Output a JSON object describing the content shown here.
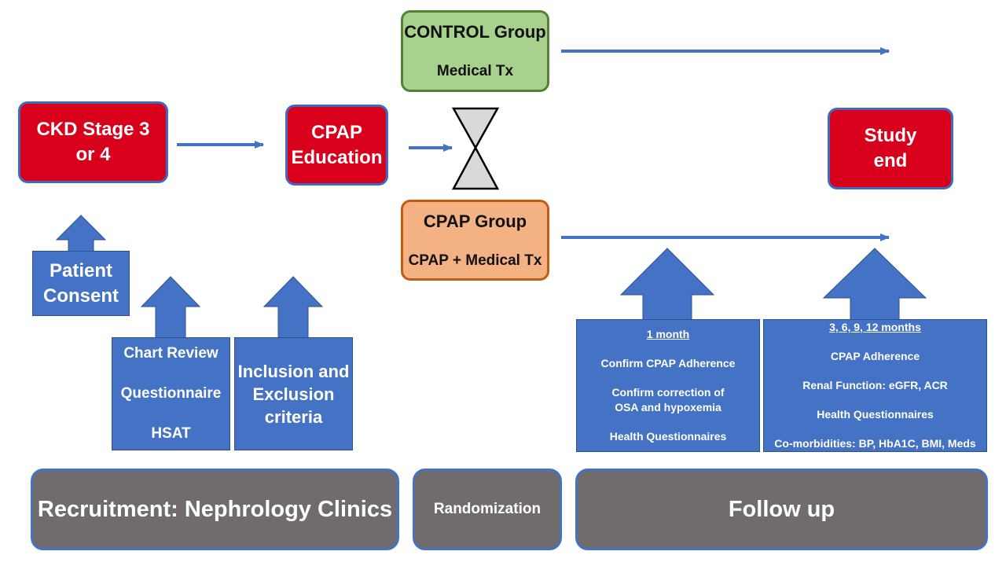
{
  "diagram": {
    "ckd_box": {
      "line1": "CKD Stage 3",
      "line2": "or 4"
    },
    "cpap_education_box": {
      "line1": "CPAP",
      "line2": "Education"
    },
    "control_group": {
      "title": "CONTROL Group",
      "subtitle": "Medical Tx"
    },
    "cpap_group": {
      "title": "CPAP Group",
      "subtitle": "CPAP + Medical Tx"
    },
    "study_end_box": {
      "line1": "Study",
      "line2": "end"
    },
    "patient_consent": {
      "line1": "Patient",
      "line2": "Consent"
    },
    "screening": {
      "item1": "Chart Review",
      "item2": "Questionnaire",
      "item3": "HSAT"
    },
    "inclusion": {
      "line1": "Inclusion and",
      "line2": "Exclusion",
      "line3": "criteria"
    },
    "one_month": {
      "header": "1 month",
      "item1": "Confirm CPAP Adherence",
      "item2_line1": "Confirm correction of",
      "item2_line2": "OSA and hypoxemia",
      "item3": "Health Questionnaires"
    },
    "later_months": {
      "header": "3, 6, 9, 12 months",
      "item1": "CPAP Adherence",
      "item2": "Renal Function: eGFR, ACR",
      "item3": "Health Questionnaires",
      "item4": "Co-morbidities: BP, HbA1C, BMI, Meds"
    },
    "phases": {
      "recruitment": "Recruitment: Nephrology Clinics",
      "randomization": "Randomization",
      "follow_up": "Follow up"
    },
    "colors": {
      "red": "#d9001b",
      "blue": "#4472c4",
      "gray": "#716c6c",
      "green": "#a9d18e",
      "orange": "#f4b183",
      "hourglass": "#d9d9d9"
    }
  }
}
